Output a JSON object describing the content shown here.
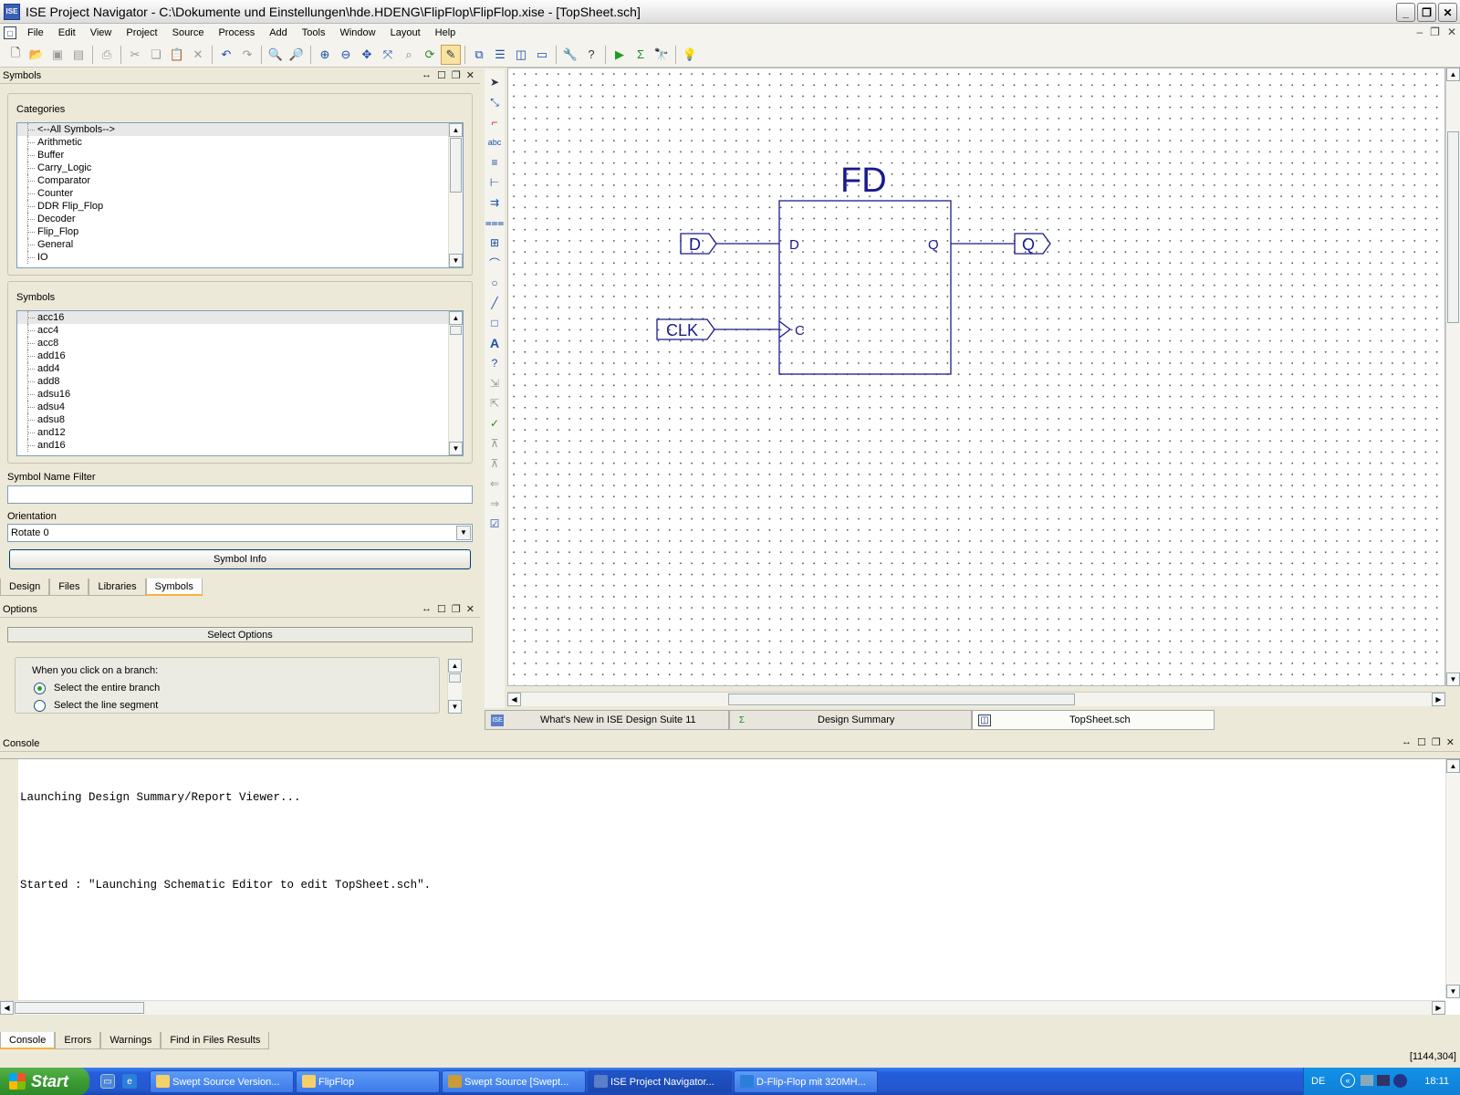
{
  "window": {
    "title": "ISE Project Navigator - C:\\Dokumente und Einstellungen\\hde.HDENG\\FlipFlop\\FlipFlop.xise - [TopSheet.sch]",
    "app_icon_text": "ISE"
  },
  "menu": [
    "File",
    "Edit",
    "View",
    "Project",
    "Source",
    "Process",
    "Add",
    "Tools",
    "Window",
    "Layout",
    "Help"
  ],
  "symbols_panel": {
    "header": "Symbols",
    "categories_label": "Categories",
    "categories": [
      "<--All Symbols-->",
      "Arithmetic",
      "Buffer",
      "Carry_Logic",
      "Comparator",
      "Counter",
      "DDR Flip_Flop",
      "Decoder",
      "Flip_Flop",
      "General",
      "IO"
    ],
    "symbols_label": "Symbols",
    "symbols": [
      "acc16",
      "acc4",
      "acc8",
      "add16",
      "add4",
      "add8",
      "adsu16",
      "adsu4",
      "adsu8",
      "and12",
      "and16"
    ],
    "filter_label": "Symbol Name Filter",
    "filter_value": "",
    "orientation_label": "Orientation",
    "orientation_value": "Rotate 0",
    "info_button": "Symbol Info"
  },
  "left_tabs": [
    "Design",
    "Files",
    "Libraries",
    "Symbols"
  ],
  "options_panel": {
    "header": "Options",
    "select_button": "Select Options",
    "branch_label": "When you click on a branch:",
    "radio1": "Select the entire branch",
    "radio2": "Select the line segment"
  },
  "schematic": {
    "component": "FD",
    "pin_d": "D",
    "pin_q": "Q",
    "pin_c": "C",
    "port_d": "D",
    "port_clk": "CLK",
    "port_q": "Q",
    "line_color": "#1a1a8c"
  },
  "doc_tabs": [
    "What's New in ISE Design Suite 11",
    "Design Summary",
    "TopSheet.sch"
  ],
  "console": {
    "header": "Console",
    "line1": "Launching Design Summary/Report Viewer...",
    "line2": "Started : \"Launching Schematic Editor to edit TopSheet.sch\"."
  },
  "console_tabs": [
    "Console",
    "Errors",
    "Warnings",
    "Find in Files Results"
  ],
  "status": {
    "coords": "[1144,304]"
  },
  "taskbar": {
    "start": "Start",
    "tasks": [
      "Swept Source Version...",
      "FlipFlop",
      "Swept Source [Swept...",
      "ISE Project Navigator...",
      "D-Flip-Flop mit 320MH..."
    ],
    "lang": "DE",
    "clock": "18:11"
  }
}
